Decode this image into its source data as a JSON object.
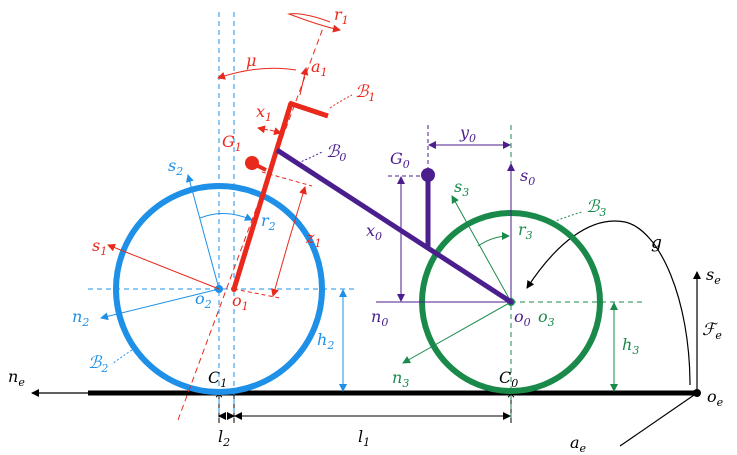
{
  "colors": {
    "red": "#e8291c",
    "blue": "#1e90e8",
    "green": "#1a8a4a",
    "purple": "#4b1e8e",
    "black": "#000000"
  },
  "labels": {
    "r1": "r",
    "r1_sub": "1",
    "mu": "μ",
    "a1": "a",
    "a1_sub": "1",
    "B1": "ℬ",
    "B1_sub": "1",
    "x1": "x",
    "x1_sub": "1",
    "G1": "G",
    "G1_sub": "1",
    "B0": "ℬ",
    "B0_sub": "0",
    "G0": "G",
    "G0_sub": "0",
    "y0": "y",
    "y0_sub": "0",
    "s2": "s",
    "s2_sub": "2",
    "r2": "r",
    "r2_sub": "2",
    "z1": "z",
    "z1_sub": "1",
    "s1": "s",
    "s1_sub": "1",
    "o2": "o",
    "o2_sub": "2",
    "o1": "o",
    "o1_sub": "1",
    "n2": "n",
    "n2_sub": "2",
    "B2": "ℬ",
    "B2_sub": "2",
    "h2": "h",
    "h2_sub": "2",
    "s3": "s",
    "s3_sub": "3",
    "s0": "s",
    "s0_sub": "0",
    "B3": "ℬ",
    "B3_sub": "3",
    "x0": "x",
    "x0_sub": "0",
    "r3": "r",
    "r3_sub": "3",
    "g": "g",
    "se": "s",
    "se_sub": "e",
    "n0": "n",
    "n0_sub": "0",
    "o0": "o",
    "o0_sub": "0",
    "o3": "o",
    "o3_sub": "3",
    "Fe": "ℱ",
    "Fe_sub": "e",
    "n3": "n",
    "n3_sub": "3",
    "h3": "h",
    "h3_sub": "3",
    "ne": "n",
    "ne_sub": "e",
    "C1": "C",
    "C1_sub": "1",
    "C0": "C",
    "C0_sub": "0",
    "oe": "o",
    "oe_sub": "e",
    "l2": "l",
    "l2_sub": "2",
    "l1": "l",
    "l1_sub": "1",
    "ae": "a",
    "ae_sub": "e"
  }
}
